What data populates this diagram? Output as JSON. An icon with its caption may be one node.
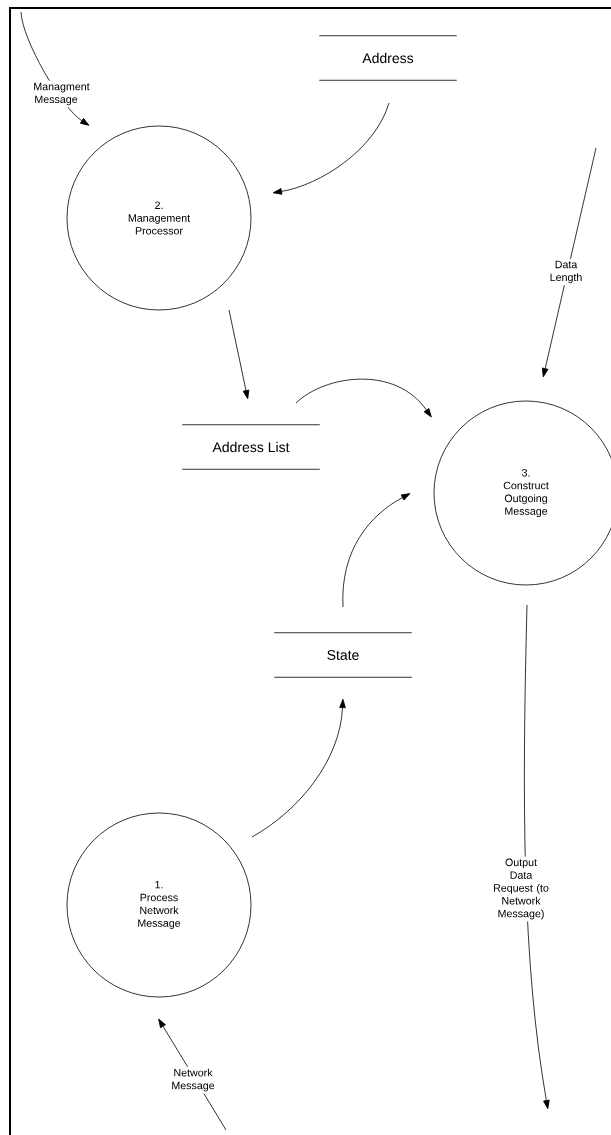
{
  "diagram": {
    "nodes": [
      {
        "text": [
          "Address"
        ]
      },
      {
        "text": [
          "2.",
          "Management Processor"
        ]
      },
      {
        "text": [
          "Address List"
        ]
      },
      {
        "text": [
          "3.",
          "Construct Outgoing Message"
        ]
      },
      {
        "text": [
          "State"
        ]
      },
      {
        "text": [
          "1.",
          "Process Network Message"
        ]
      }
    ],
    "edges": [
      {
        "from": null,
        "to": 1,
        "arrow": "to",
        "label": "Managment Message"
      },
      {
        "from": 0,
        "to": 1,
        "arrow": "to"
      },
      {
        "from": 1,
        "to": 2,
        "arrow": "to"
      },
      {
        "from": 2,
        "to": 3,
        "arrow": "to"
      },
      {
        "from": null,
        "to": 3,
        "arrow": "to",
        "label": "Data Length"
      },
      {
        "from": 4,
        "to": 3,
        "arrow": "to"
      },
      {
        "from": 5,
        "to": 4,
        "arrow": "to"
      },
      {
        "from": 3,
        "to": null,
        "arrow": "to",
        "label": "Output Data Request (to Network Message)"
      },
      {
        "from": null,
        "to": 5,
        "arrow": "to",
        "label": "Network Message"
      }
    ]
  }
}
